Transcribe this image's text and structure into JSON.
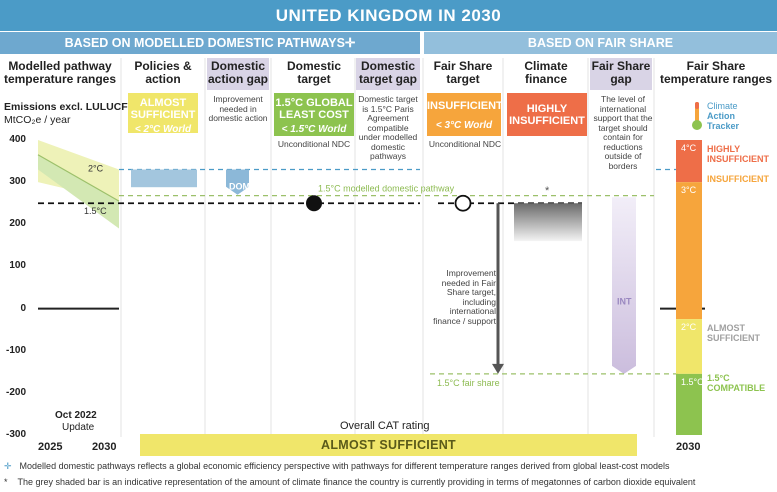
{
  "title": "UNITED KINGDOM IN 2030",
  "sections": {
    "modelled": "BASED ON MODELLED DOMESTIC PATHWAYS✛",
    "fair": "BASED ON FAIR SHARE"
  },
  "columns": {
    "modelled_pathway": "Modelled pathway temperature ranges",
    "policies": "Policies & action",
    "domestic_gap": "Domestic action gap",
    "domestic_target": "Domestic target",
    "domestic_target_gap": "Domestic target gap",
    "fair_share_target": "Fair Share target",
    "climate_finance": "Climate finance",
    "fair_share_gap": "Fair Share gap",
    "fair_share_ranges": "Fair Share temperature ranges"
  },
  "ratings": {
    "policies": {
      "line1": "ALMOST SUFFICIENT",
      "line2": "< 2°C World",
      "color": "#f0e66a"
    },
    "domestic_target": {
      "line1": "1.5°C GLOBAL LEAST COST",
      "line2": "< 1.5°C World",
      "color": "#8dc34f"
    },
    "fair_share_target": {
      "line1": "INSUFFICIENT",
      "line2": "< 3°C World",
      "color": "#f6a53c"
    },
    "climate_finance": {
      "line1": "HIGHLY INSUFFICIENT",
      "color": "#ee6e48"
    }
  },
  "notes": {
    "domestic_gap": "Improvement needed in domestic action",
    "domestic_target": "Unconditional NDC",
    "domestic_target_gap": "Domestic target is 1.5°C Paris Agreement compatible under modelled domestic pathways",
    "fair_share_target": "Unconditional NDC",
    "fair_share_gap": "The level of international support that the target should contain for reductions outside of borders",
    "improvement": "Improvement needed in Fair Share target, including international finance / support"
  },
  "logo": {
    "line1": "Climate",
    "line2": "Action",
    "line3": "Tracker"
  },
  "axis": {
    "ylabel1": "Emissions excl. LULUCF",
    "ylabel2": "MtCO₂e / year",
    "ticks": [
      "400",
      "300",
      "200",
      "100",
      "0",
      "-100",
      "-200",
      "-300"
    ]
  },
  "x_labels": {
    "start": "2025",
    "end": "2030",
    "update_line1": "Oct 2022",
    "update_line2": "Update",
    "right": "2030"
  },
  "chart_labels": {
    "dom": "DOM",
    "int": "INT",
    "modelled_path": "1.5°C modelled domestic pathway",
    "fair_share_line": "1.5°C fair share",
    "asterisk": "*",
    "band_2c": "2°C",
    "band_15c": "1.5°C"
  },
  "fair_scale": {
    "highly": {
      "temp": "4°C",
      "label": "HIGHLY INSUFFICIENT",
      "color": "#ee6e48"
    },
    "insufficient": {
      "temp": "3°C",
      "label": "INSUFFICIENT",
      "color": "#f6a53c"
    },
    "almost": {
      "temp": "2°C",
      "label": "ALMOST SUFFICIENT",
      "color": "#f0e66a"
    },
    "compatible": {
      "temp": "1.5°C",
      "label": "1.5°C COMPATIBLE",
      "color": "#8dc34f"
    }
  },
  "overall": {
    "label": "Overall CAT rating",
    "value": "ALMOST SUFFICIENT"
  },
  "footnotes": {
    "f1_symbol": "✛",
    "f1": "Modelled domestic pathways reflects a global economic efficiency perspective with pathways for different temperature ranges derived from global least-cost models",
    "f2_symbol": "*",
    "f2": "The grey shaded bar is an indicative representation of the amount of climate finance the country is currently providing in terms of megatonnes of carbon dioxide equivalent"
  },
  "chart_data": {
    "type": "bar",
    "title": "UNITED KINGDOM IN 2030",
    "ylabel": "Emissions excl. LULUCF MtCO₂e / year",
    "ylim": [
      -300,
      400
    ],
    "yticks": [
      400,
      300,
      200,
      100,
      0,
      -100,
      -200,
      -300
    ],
    "current_level": 250,
    "policies_range": [
      288,
      330
    ],
    "domestic_target": 250,
    "fair_share_target": 250,
    "modelled_15c_pathway": 268,
    "fair_share_15c": -155,
    "modelled_bands": {
      "band_2c_2025": [
        300,
        400
      ],
      "band_2c_2030": [
        255,
        330
      ],
      "band_15c_2025": [
        330,
        365
      ],
      "band_15c_2030": [
        190,
        255
      ]
    },
    "fair_share_scale": [
      {
        "rating": "HIGHLY INSUFFICIENT",
        "temp": "4°C",
        "range": [
          300,
          400
        ]
      },
      {
        "rating": "INSUFFICIENT",
        "temp": "3°C",
        "range": [
          -25,
          300
        ]
      },
      {
        "rating": "ALMOST SUFFICIENT",
        "temp": "2°C",
        "range": [
          -155,
          -25
        ]
      },
      {
        "rating": "1.5°C COMPATIBLE",
        "temp": "1.5°C",
        "range": [
          -300,
          -155
        ]
      }
    ],
    "overall_rating": "ALMOST SUFFICIENT"
  }
}
